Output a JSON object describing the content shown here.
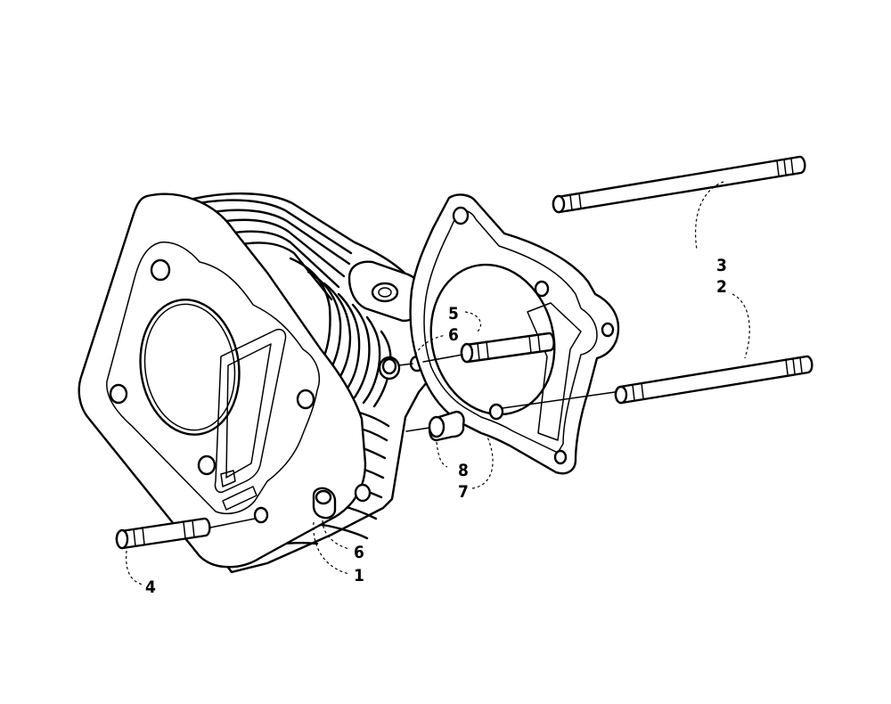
{
  "callouts": {
    "c3": "3",
    "c2": "2",
    "c5": "5",
    "c6a": "6",
    "c8": "8",
    "c7": "7",
    "c6b": "6",
    "c1": "1",
    "c4": "4"
  },
  "colors": {
    "line": "#000000",
    "background": "#ffffff"
  }
}
